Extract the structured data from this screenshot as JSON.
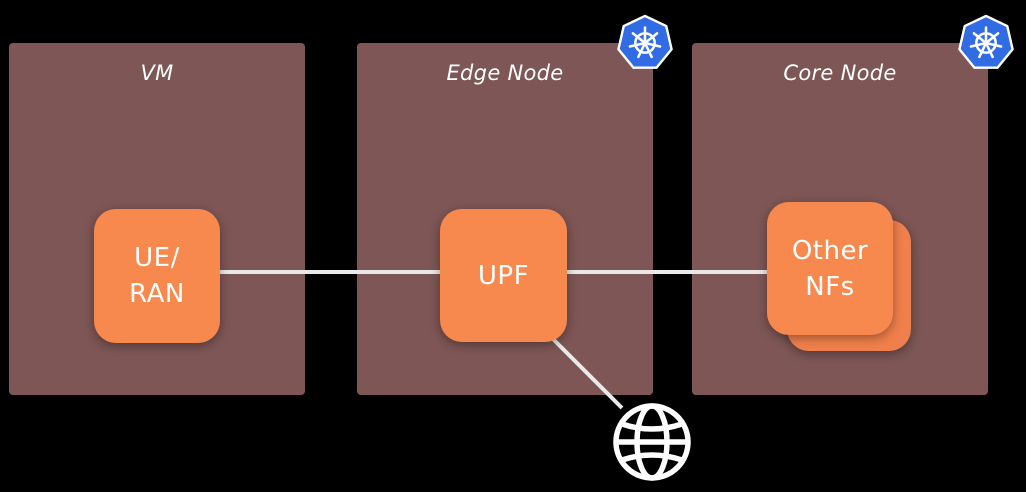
{
  "panels": {
    "vm": {
      "title": "VM"
    },
    "edge": {
      "title": "Edge Node"
    },
    "core": {
      "title": "Core Node"
    }
  },
  "nodes": {
    "ran": {
      "label": "UE/\nRAN"
    },
    "upf": {
      "label": "UPF"
    },
    "other": {
      "label": "Other\nNFs"
    }
  },
  "icons": {
    "edge_badge": "kubernetes-icon",
    "core_badge": "kubernetes-icon",
    "internet": "globe-icon"
  },
  "colors": {
    "background": "#000000",
    "panel": "#7d5655",
    "node": "#f7894e",
    "link": "#e9e9e9",
    "kubernetes": "#326ce5"
  }
}
